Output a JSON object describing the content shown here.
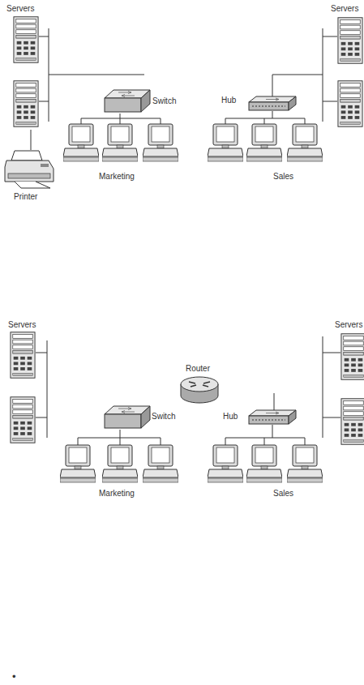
{
  "diagram": {
    "labels": [
      "Servers",
      "Servers",
      "Switch",
      "Hub",
      "Printer",
      "Marketing",
      "Sales",
      "Servers",
      "Servers",
      "Router",
      "Switch",
      "Hub",
      "Marketing",
      "Sales",
      "•"
    ]
  }
}
